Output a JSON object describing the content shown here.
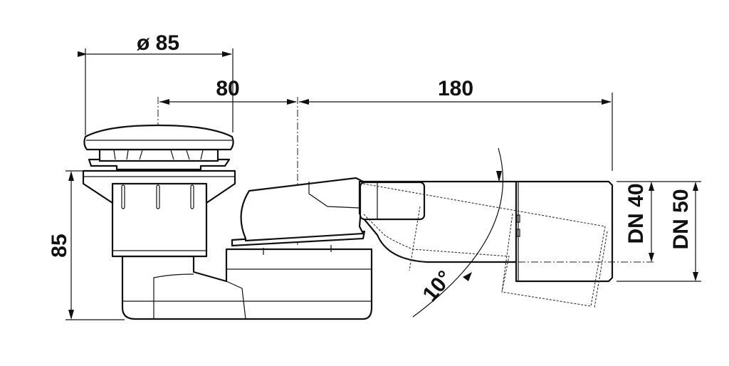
{
  "dimensions": {
    "cover_diameter": "ø 85",
    "outlet_offset": "80",
    "pipe_length": "180",
    "height": "85",
    "pipe_dn_inner": "DN 40",
    "pipe_dn_outer": "DN 50",
    "swivel_angle": "10°"
  }
}
